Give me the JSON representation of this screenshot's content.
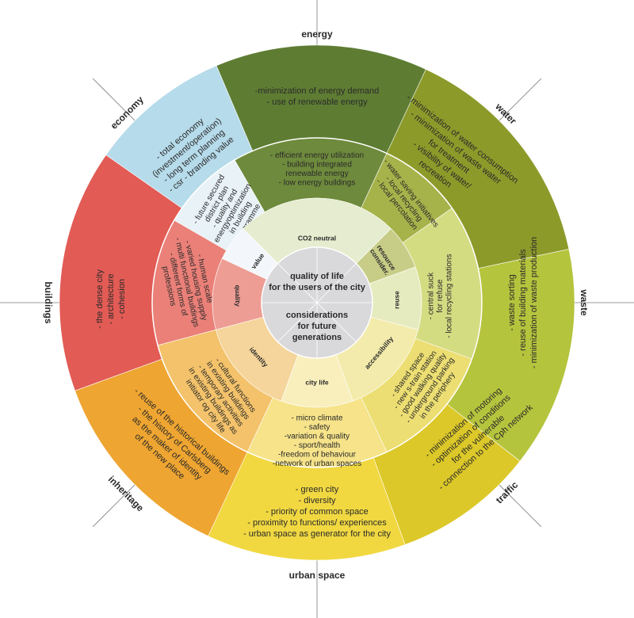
{
  "colors": {
    "energy": "#5e7d33",
    "water": "#8c9a2a",
    "waste": "#b5c43d",
    "traffic": "#dcc829",
    "urban_space": "#f1d841",
    "inheritage": "#eea531",
    "buildings": "#e25b55",
    "economy": "#b6dbea",
    "hub": "#d9d9dc",
    "divider": "#7a7a7a"
  },
  "hub": {
    "top": [
      "quality of life",
      "for the users of the city"
    ],
    "bottom": [
      "considerations",
      "for future",
      "generations"
    ]
  },
  "outer_segments": [
    {
      "key": "energy",
      "label": "energy",
      "items": [
        "-minimization of energy demand",
        "- use of renewable energy"
      ]
    },
    {
      "key": "water",
      "label": "water",
      "items": [
        "- minimization of water consumption",
        "- minimization of waste water",
        "for treatment",
        "- visibility of water/",
        "recreation"
      ]
    },
    {
      "key": "waste",
      "label": "waste",
      "items": [
        "- waste sorting",
        "- reuse of building materials",
        "- minimization of waste production"
      ]
    },
    {
      "key": "traffic",
      "label": "traffic",
      "items": [
        "- minimization of motoring",
        "- optimization of conditions",
        "for the vulnerable",
        "- connection to the Cph network"
      ]
    },
    {
      "key": "urban_space",
      "label": "urban space",
      "items": [
        "- green city",
        "- diversity",
        "- priority of common space",
        "- proximity to functions/ experiences",
        "- urban space as generator for the city"
      ]
    },
    {
      "key": "inheritage",
      "label": "inheritage",
      "items": [
        "- reuse of the historical buildings",
        "- the history of Carlsberg",
        "as the maker of identity",
        "of the new place"
      ]
    },
    {
      "key": "buildings",
      "label": "buildings",
      "items": [
        "- the dense city",
        "- architecture",
        "- cohesion"
      ]
    },
    {
      "key": "economy",
      "label": "economy",
      "items": [
        "- total economy",
        "(investment/operation)",
        "- long term planning",
        "- csr - branding value"
      ]
    }
  ],
  "middle_segments": [
    {
      "key": "co2",
      "items": [
        "- efficient energy utilization",
        "- building integrated",
        "renewable energy",
        "- low energy buildings"
      ]
    },
    {
      "key": "resource",
      "items": [
        "- water saving initiatives",
        "- local recycling",
        "- local percolation"
      ]
    },
    {
      "key": "reuse",
      "items": [
        "- central suck",
        "for refuse",
        "",
        "- local recycling stations"
      ]
    },
    {
      "key": "accessibility",
      "items": [
        "- shared space",
        "- new s-train station",
        "- good walking quality",
        "- underground parking",
        "in the periphery"
      ]
    },
    {
      "key": "city_life",
      "items": [
        "- micro climate",
        "- safety",
        "-variation & quality",
        "- sport/health",
        "-freedom of behaviour",
        "-network of urban spaces"
      ]
    },
    {
      "key": "identity",
      "items": [
        "- cultural functions",
        "in existing buildings",
        "- temporary activities",
        "in existing buildings as",
        "initiator og city life"
      ]
    },
    {
      "key": "quality",
      "items": [
        "- human scale",
        "- varied housing supply",
        "- multi functional buildings",
        "- different forms of",
        "professions"
      ]
    },
    {
      "key": "value",
      "items": [
        "- future secured",
        "district plan",
        "- quality and",
        "energyoptimization",
        "in building",
        "programme"
      ]
    }
  ],
  "inner_labels": [
    {
      "key": "co2",
      "lines": [
        "CO2 neutral"
      ]
    },
    {
      "key": "resource",
      "lines": [
        "resource",
        "consider."
      ]
    },
    {
      "key": "reuse",
      "lines": [
        "reuse"
      ]
    },
    {
      "key": "accessibility",
      "lines": [
        "accessibility"
      ]
    },
    {
      "key": "city_life",
      "lines": [
        "city life"
      ]
    },
    {
      "key": "identity",
      "lines": [
        "identity"
      ]
    },
    {
      "key": "quality",
      "lines": [
        "quality"
      ]
    },
    {
      "key": "value",
      "lines": [
        "value"
      ]
    }
  ]
}
